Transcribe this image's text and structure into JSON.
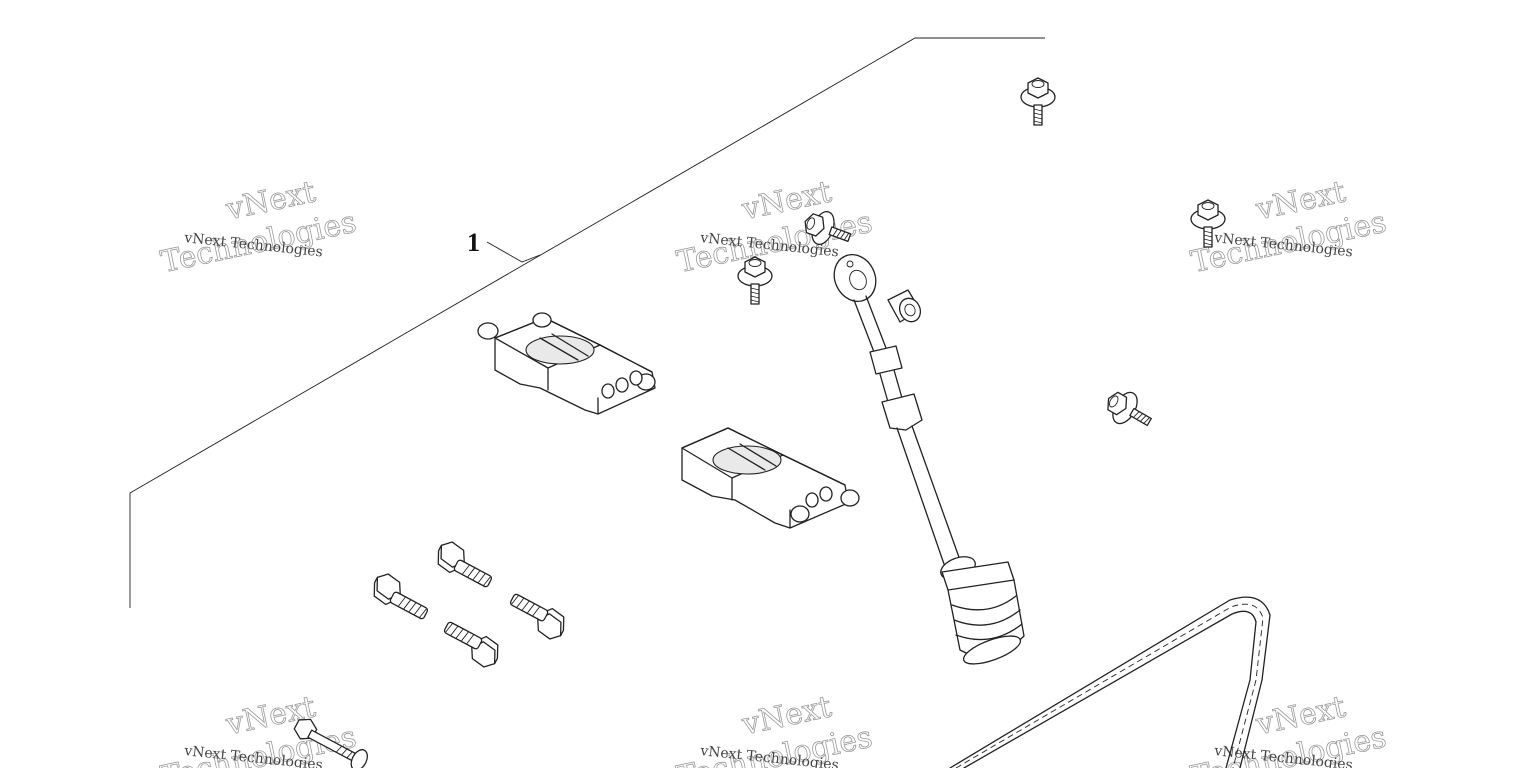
{
  "callout": {
    "part_number": "1"
  },
  "watermarks": [
    {
      "small": "vNext Technologies",
      "big_top": "vNext",
      "big_bottom": "Technologies"
    },
    {
      "small": "vNext Technologies",
      "big_top": "vNext",
      "big_bottom": "Technologies"
    },
    {
      "small": "vNext Technologies",
      "big_top": "vNext",
      "big_bottom": "Technologies"
    },
    {
      "small": "vNext Technologies",
      "big_top": "vNext",
      "big_bottom": "Technologies"
    },
    {
      "small": "vNext Technologies",
      "big_top": "vNext",
      "big_bottom": "Technologies"
    },
    {
      "small": "vNext Technologies",
      "big_top": "vNext",
      "big_bottom": "Technologies"
    }
  ],
  "colors": {
    "line": "#222222",
    "background": "#ffffff",
    "watermark": "#9a9a9a"
  }
}
